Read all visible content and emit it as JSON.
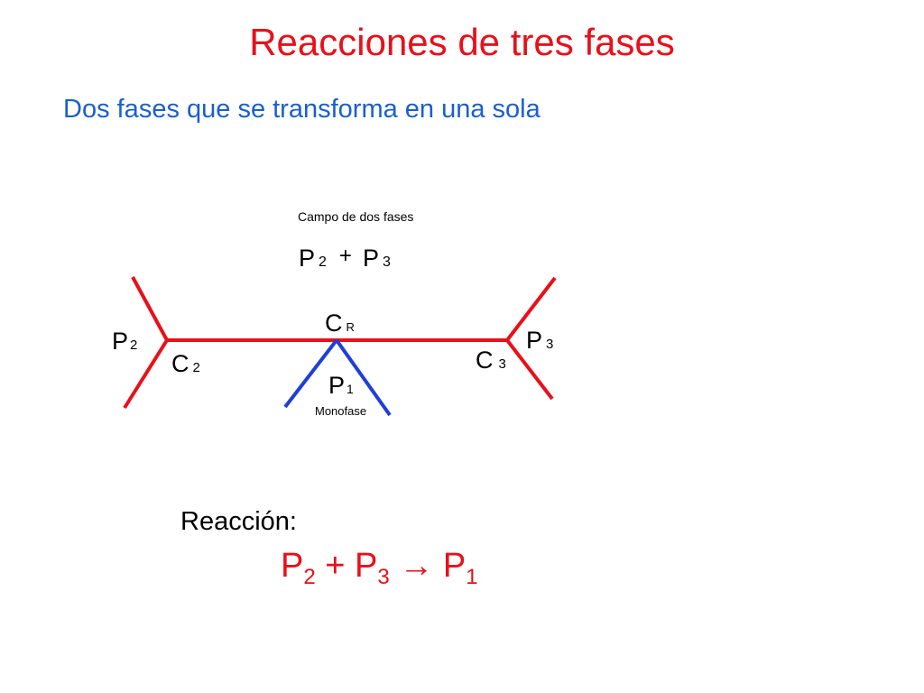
{
  "title": "Reacciones de tres fases",
  "subtitle": "Dos fases que se transforma en una sola",
  "diagram": {
    "field_caption": "Campo de dos fases",
    "field_label": {
      "a": "P",
      "a_sub": "2",
      "op": "+",
      "b": "P",
      "b_sub": "3"
    },
    "critical_point": {
      "letter": "C",
      "sub": "R"
    },
    "left_phase": {
      "letter": "P",
      "sub": "2"
    },
    "left_point": {
      "letter": "C",
      "sub": "2"
    },
    "right_phase": {
      "letter": "P",
      "sub": "3"
    },
    "right_point": {
      "letter": "C",
      "sub": "3"
    },
    "lower_phase": {
      "letter": "P",
      "sub": "1"
    },
    "lower_caption": "Monofase",
    "colors": {
      "red_lines": "#e8101a",
      "blue_lines": "#1f3fd6"
    }
  },
  "reaction": {
    "label": "Reacción:",
    "reactant1": "P",
    "reactant1_sub": "2",
    "plus": "+",
    "reactant2": "P",
    "reactant2_sub": "3",
    "arrow": "→",
    "product": "P",
    "product_sub": "1"
  }
}
